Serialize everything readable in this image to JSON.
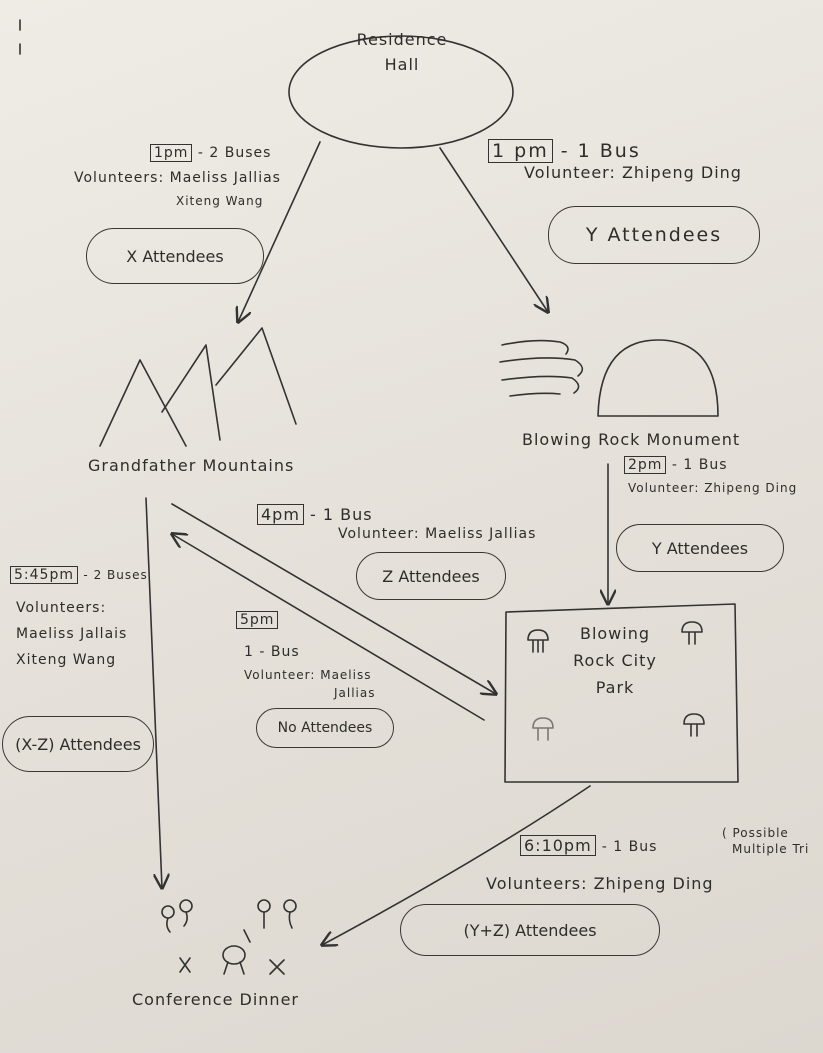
{
  "places": {
    "residence_hall_line1": "Residence",
    "residence_hall_line2": "Hall",
    "grandfather": "Grandfather Mountains",
    "blowing_rock_monument": "Blowing Rock Monument",
    "city_park_line1": "Blowing",
    "city_park_line2": "Rock City",
    "city_park_line3": "Park",
    "conference_dinner": "Conference Dinner"
  },
  "routes": {
    "to_grandfather": {
      "time": "1pm",
      "buses": "- 2 Buses",
      "volunteers_line1": "Volunteers: Maeliss Jallias",
      "volunteers_line2": "Xiteng Wang",
      "attendees": "X Attendees"
    },
    "to_monument": {
      "time": "1 pm",
      "buses": "- 1 Bus",
      "volunteers": "Volunteer: Zhipeng Ding",
      "attendees": "Y Attendees"
    },
    "monument_to_park": {
      "time": "2pm",
      "buses": "- 1 Bus",
      "volunteers": "Volunteer: Zhipeng Ding",
      "attendees": "Y Attendees"
    },
    "grandfather_to_park": {
      "time": "4pm",
      "buses": "- 1 Bus",
      "volunteers": "Volunteer: Maeliss Jallias",
      "attendees": "Z Attendees"
    },
    "park_to_grandfather": {
      "time": "5pm",
      "buses": "1 - Bus",
      "volunteers_line1": "Volunteer: Maeliss",
      "volunteers_line2": "Jallias",
      "attendees": "No Attendees"
    },
    "grandfather_to_dinner": {
      "time": "5:45pm",
      "buses": "- 2 Buses",
      "volunteers_line1": "Volunteers:",
      "volunteers_line2": "Maeliss Jallais",
      "volunteers_line3": "Xiteng Wang",
      "attendees": "(X-Z) Attendees"
    },
    "park_to_dinner": {
      "time": "6:10pm",
      "buses": "- 1 Bus",
      "note_line1": "( Possible",
      "note_line2": "Multiple Tri",
      "volunteers": "Volunteers: Zhipeng Ding",
      "attendees": "(Y+Z) Attendees"
    }
  },
  "colors": {
    "ink": "#2f2d2b",
    "paper": "#ebe8e2"
  }
}
